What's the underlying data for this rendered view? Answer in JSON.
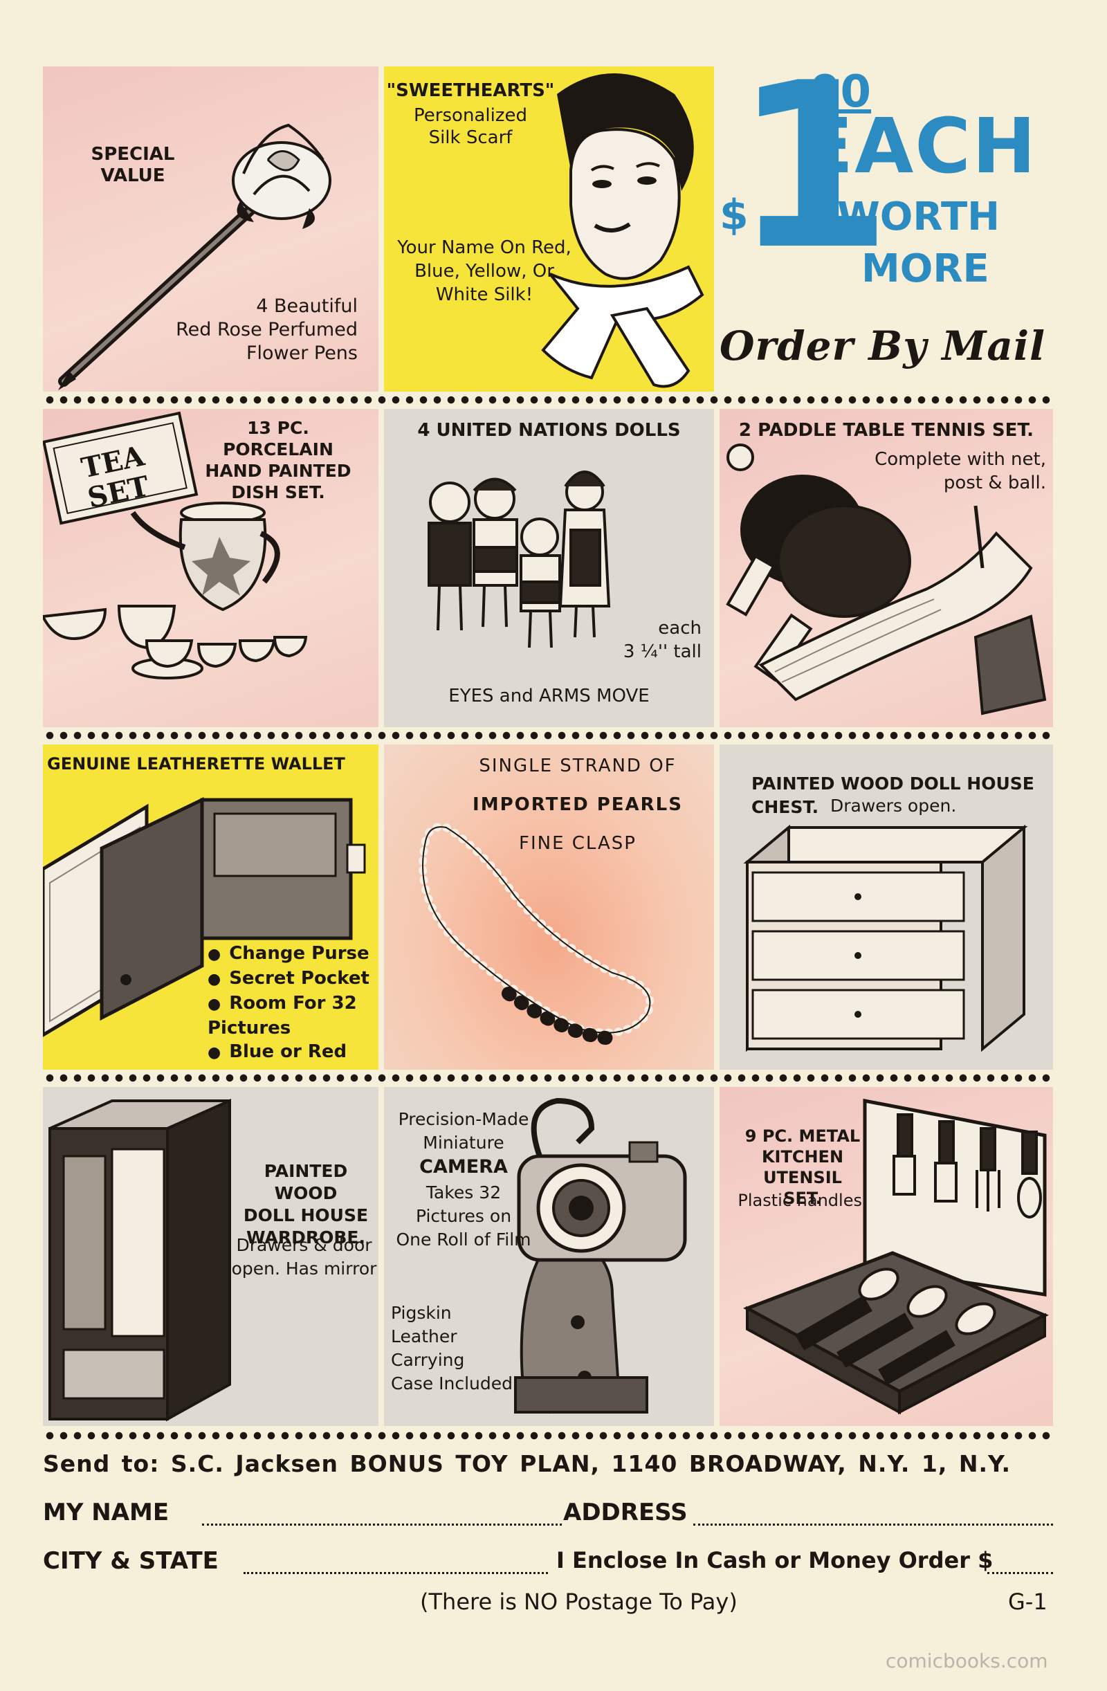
{
  "ads": {
    "rose_pens": {
      "tag": "SPECIAL\nVALUE",
      "desc": "4 Beautiful\nRed Rose Perfumed\nFlower Pens"
    },
    "scarf": {
      "title": "\"SWEETHEARTS\"",
      "subtitle": "Personalized\nSilk Scarf",
      "desc": "Your Name On Red,\nBlue, Yellow, Or\nWhite Silk!"
    },
    "promo": {
      "dollar": "$",
      "one": "1",
      "cents": "00",
      "each": "EACH",
      "worth": "WORTH",
      "more": "MORE",
      "order": "Order By Mail"
    },
    "tea_set": {
      "title": "13 PC. PORCELAIN\nHAND PAINTED\nDISH SET.",
      "sign": "TEA\nSET"
    },
    "dolls": {
      "title": "4 UNITED NATIONS DOLLS",
      "size": "each\n3 ¼'' tall",
      "feature": "EYES and ARMS MOVE"
    },
    "tennis": {
      "title": "2 PADDLE TABLE TENNIS SET.",
      "desc": "Complete with net,\npost & ball."
    },
    "wallet": {
      "title": "GENUINE LEATHERETTE WALLET",
      "features": [
        "Change Purse",
        "Secret Pocket",
        "Room For 32\nPictures",
        "Blue or Red"
      ]
    },
    "pearls": {
      "line1": "SINGLE STRAND OF",
      "line2": "IMPORTED PEARLS",
      "line3": "FINE CLASP"
    },
    "chest": {
      "title": "PAINTED WOOD DOLL HOUSE\nCHEST.",
      "desc": "Drawers open."
    },
    "wardrobe": {
      "title": "PAINTED WOOD\nDOLL HOUSE\nWARDROBE.",
      "desc": "Drawers & door\nopen. Has mirror"
    },
    "camera": {
      "pre": "Precision-Made\nMiniature",
      "name": "CAMERA",
      "post": "Takes 32\nPictures on\nOne Roll of Film",
      "case": "Pigskin\nLeather\nCarrying\nCase Included"
    },
    "kitchen": {
      "title": "9 PC. METAL\nKITCHEN UTENSIL\nSET.",
      "desc": "Plastic handles."
    }
  },
  "form": {
    "send_to": "Send to:  S.C. Jacksen BONUS TOY PLAN, 1140 BROADWAY, N.Y. 1, N.Y.",
    "name_label": "MY NAME",
    "address_label": "ADDRESS",
    "city_label": "CITY & STATE",
    "enclose_label": "I Enclose In Cash or Money Order $",
    "postage_note": "(There is NO Postage To Pay)",
    "code": "G-1"
  },
  "watermark": "comicbooks.com",
  "colors": {
    "blue": "#2c8cc2",
    "yellow": "#f6e43a",
    "pink": "#f1c6c0",
    "grey": "#dedad2",
    "ink": "#1c1712"
  }
}
